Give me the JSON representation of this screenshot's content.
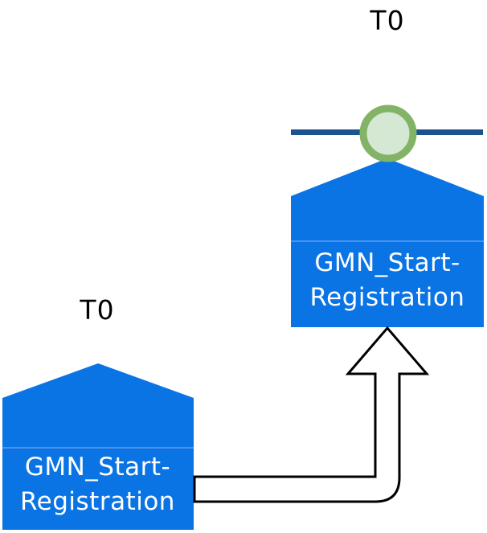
{
  "diagram": {
    "kind": "process-milestone-diagram",
    "right_group": {
      "timeline_label": "T0",
      "node": {
        "label_line1": "GMN_Start-",
        "label_line2": "Registration"
      }
    },
    "left_group": {
      "timeline_label": "T0",
      "node": {
        "label_line1": "GMN_Start-",
        "label_line2": "Registration"
      }
    },
    "colors": {
      "node_fill": "#0B74E4",
      "node_divider": "#5F9CED",
      "node_text": "#FFFFFF",
      "timeline_line": "#1A5390",
      "milestone_ring": "#82B366",
      "milestone_fill": "#D5E8D4",
      "arrow_fill": "#FFFFFF",
      "arrow_stroke": "#000000",
      "t0_text": "#000000",
      "background": "#FFFFFF"
    }
  }
}
